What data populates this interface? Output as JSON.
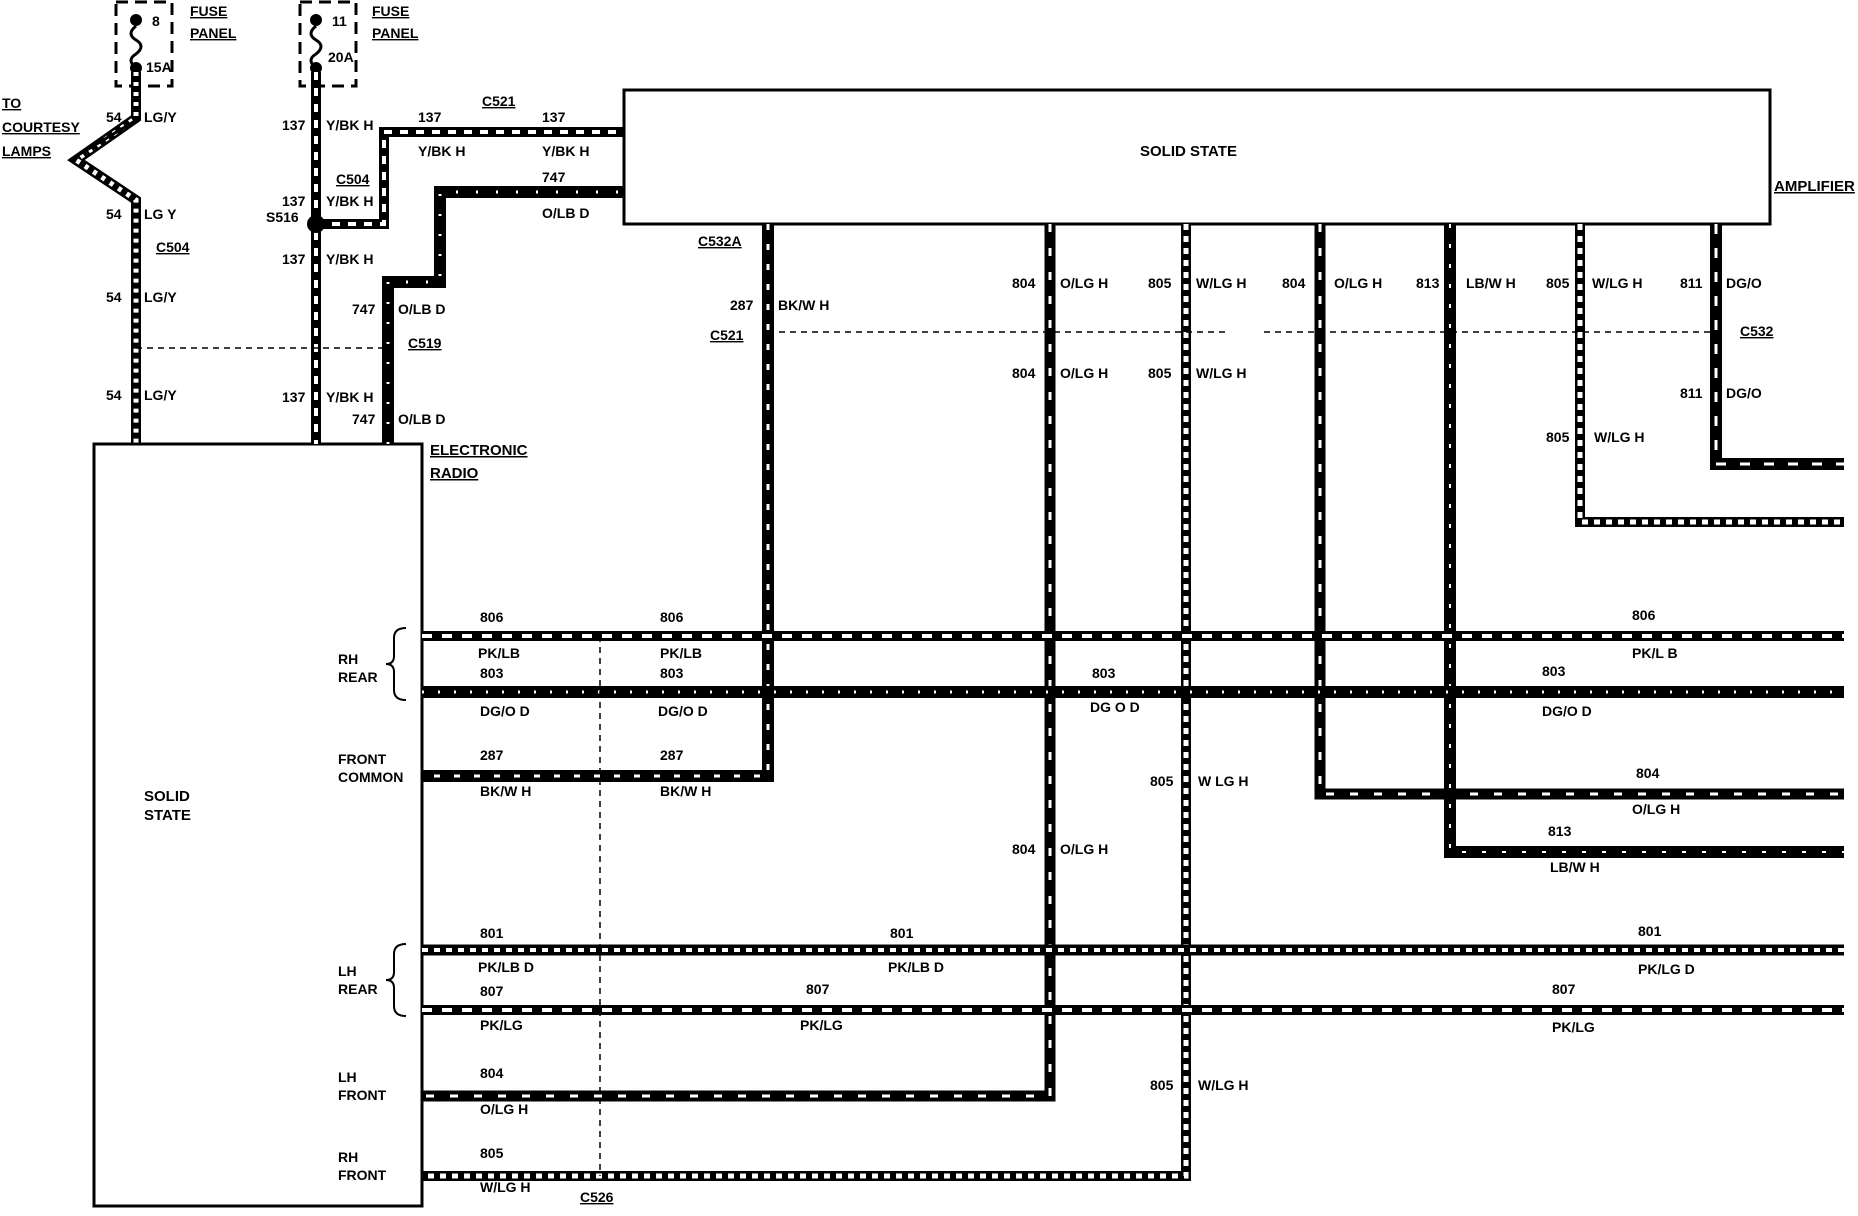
{
  "fuse1": {
    "num": "8",
    "amp": "15A",
    "label1": "FUSE",
    "label2": "PANEL"
  },
  "fuse2": {
    "num": "11",
    "amp": "20A",
    "label1": "FUSE",
    "label2": "PANEL"
  },
  "courtesy": [
    "TO",
    "COURTESY",
    "LAMPS"
  ],
  "amplifier": {
    "inner": "SOLID STATE",
    "name": "AMPLIFIER"
  },
  "radio": {
    "inner1": "SOLID",
    "inner2": "STATE",
    "name1": "ELECTRONIC",
    "name2": "RADIO"
  },
  "connectors": {
    "c521": "C521",
    "c504": "C504",
    "s516": "S516",
    "c519": "C519",
    "c532a": "C532A",
    "c532": "C532",
    "c526": "C526"
  },
  "speakers": {
    "rh_rear": [
      "RH",
      "REAR"
    ],
    "front_common": [
      "FRONT",
      "COMMON"
    ],
    "lh_rear": [
      "LH",
      "REAR"
    ],
    "lh_front": [
      "LH",
      "FRONT"
    ],
    "rh_front": [
      "RH",
      "FRONT"
    ]
  },
  "circuits": {
    "c54": "54",
    "lgy": "LG/Y",
    "lgy_sp": "LG Y",
    "c137": "137",
    "ybkh": "Y/BK H",
    "c747": "747",
    "olbd": "O/LB D",
    "c287": "287",
    "bkwh": "BK/W H",
    "c804": "804",
    "olgh": "O/LG H",
    "c805": "805",
    "wlgh": "W/LG H",
    "wlgh_sp": "W LG H",
    "c813": "813",
    "lbwh": "LB/W H",
    "c811": "811",
    "dgo": "DG/O",
    "c806": "806",
    "pklb": "PK/LB",
    "pkl_b": "PK/L B",
    "c803": "803",
    "dgod": "DG/O D",
    "dg_o_d": "DG O D",
    "c801": "801",
    "pklbd": "PK/LB D",
    "pklgd": "PK/LG D",
    "c807": "807",
    "pklg": "PK/LG"
  }
}
